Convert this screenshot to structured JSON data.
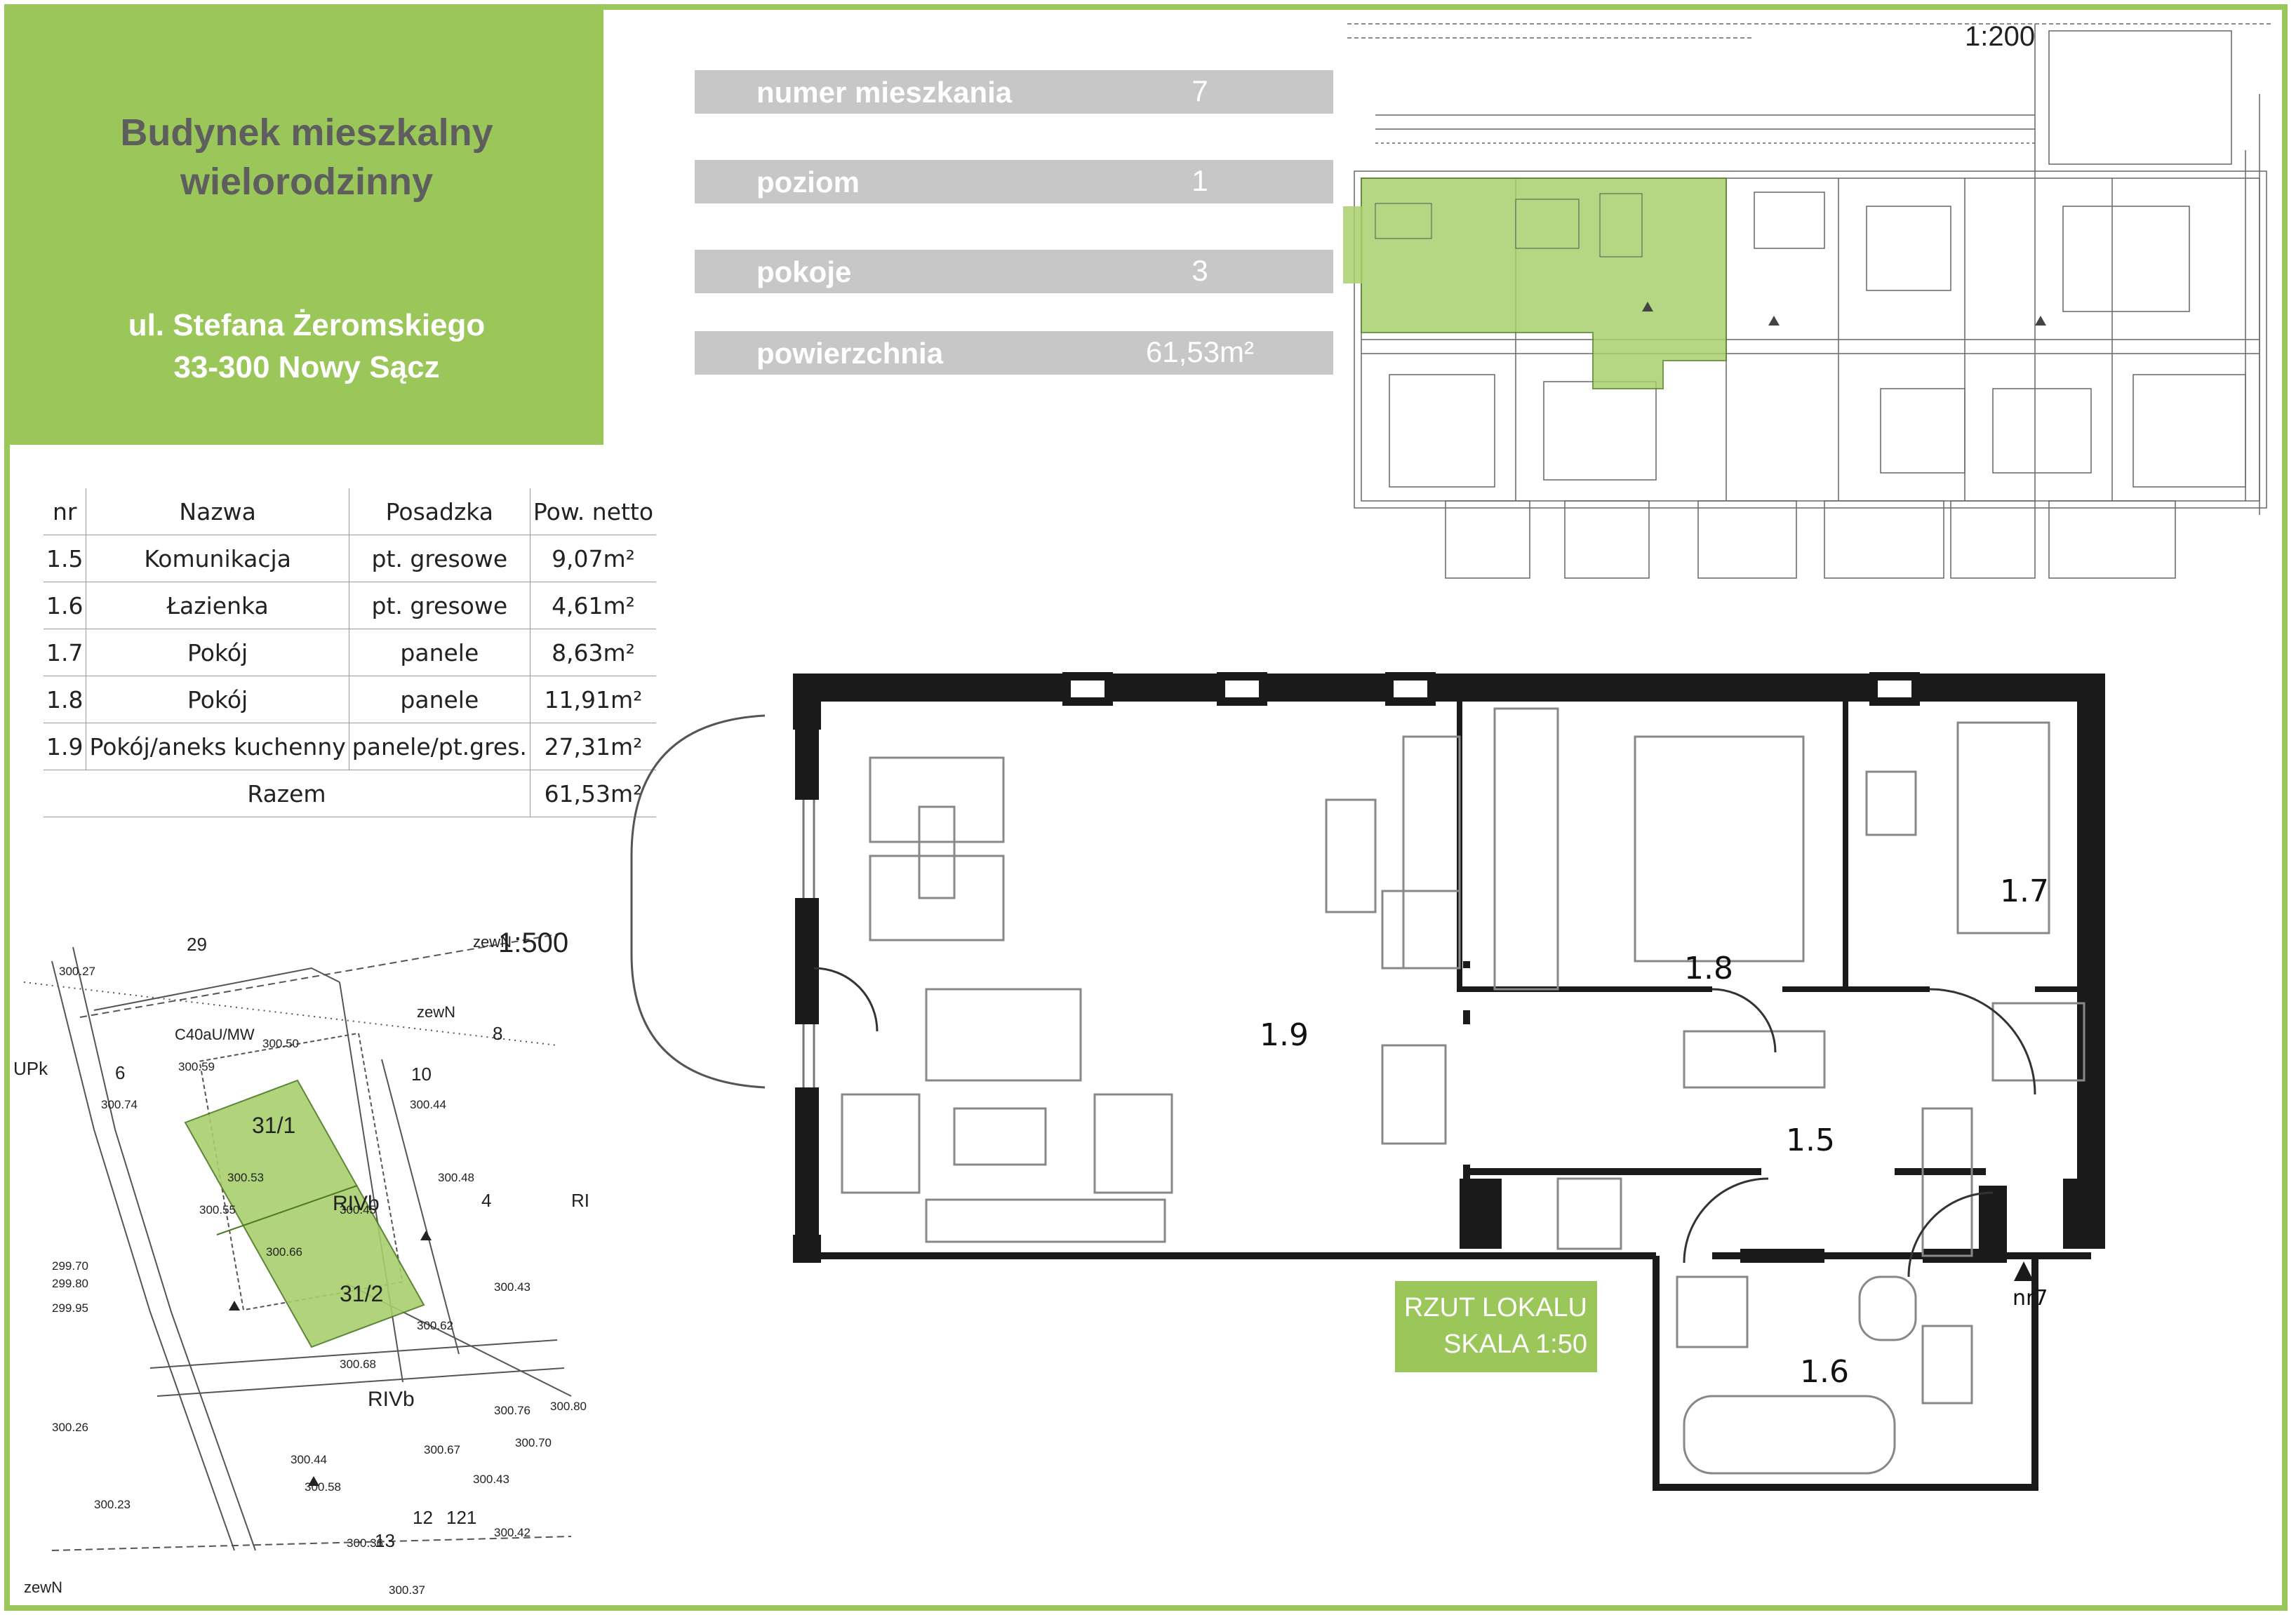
{
  "header": {
    "title_line1": "Budynek mieszkalny",
    "title_line2": "wielorodzinny",
    "address_line1": "ul. Stefana Żeromskiego",
    "address_line2": "33-300 Nowy Sącz"
  },
  "info": [
    {
      "label": "numer mieszkania",
      "value": "7"
    },
    {
      "label": "poziom",
      "value": "1"
    },
    {
      "label": "pokoje",
      "value": "3"
    },
    {
      "label": "powierzchnia",
      "value": "61,53m²"
    }
  ],
  "rooms_table": {
    "headers": [
      "nr",
      "Nazwa",
      "Posadzka",
      "Pow. netto"
    ],
    "rows": [
      [
        "1.5",
        "Komunikacja",
        "pt. gresowe",
        "9,07m²"
      ],
      [
        "1.6",
        "Łazienka",
        "pt. gresowe",
        "4,61m²"
      ],
      [
        "1.7",
        "Pokój",
        "panele",
        "8,63m²"
      ],
      [
        "1.8",
        "Pokój",
        "panele",
        "11,91m²"
      ],
      [
        "1.9",
        "Pokój/aneks kuchenny",
        "panele/pt.gres.",
        "27,31m²"
      ]
    ],
    "total_label": "Razem",
    "total_value": "61,53m²"
  },
  "scales": {
    "building_plan": "1:200",
    "site_plan": "1:500"
  },
  "plan": {
    "room_labels": [
      "1.9",
      "1.8",
      "1.7",
      "1.5",
      "1.6"
    ],
    "entrance_label": "nr7",
    "stamp_line1": "RZUT LOKALU",
    "stamp_line2": "SKALA 1:50"
  },
  "site_plan": {
    "parcel_1": "31/1",
    "parcel_2": "31/2",
    "soil_class_1": "RIVb",
    "soil_class_2": "RIVb",
    "labels": [
      "29",
      "6",
      "8",
      "10",
      "4",
      "12",
      "13",
      "121",
      "RI",
      "C40aU/MW",
      "zewN",
      "zewN",
      "zewN",
      "UPk"
    ],
    "heights": [
      "300.27",
      "300.50",
      "300.59",
      "300.74",
      "300.44",
      "300.48",
      "300.53",
      "300.55",
      "300.45",
      "300.66",
      "300.43",
      "300.62",
      "300.68",
      "300.67",
      "300.70",
      "300.76",
      "300.80",
      "300.44",
      "300.23",
      "300.26",
      "300.36",
      "300.42",
      "300.37",
      "300.58",
      "300.43",
      "299.70",
      "299.80",
      "299.95"
    ]
  },
  "colors": {
    "accent": "#9ac65a",
    "info_bg": "#c7c7c7",
    "wall": "#1a1a1a",
    "highlight": "#a9cf6d"
  }
}
